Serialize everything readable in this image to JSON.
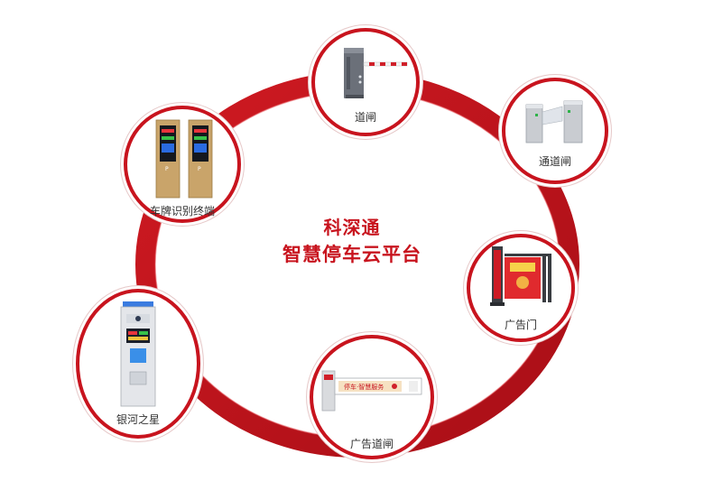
{
  "center": {
    "line1": "科深通",
    "line2": "智慧停车云平台"
  },
  "nodes": [
    {
      "id": "barrier-gate",
      "label": "道闸",
      "icon": "barrier-gate-icon"
    },
    {
      "id": "turnstile",
      "label": "通道闸",
      "icon": "turnstile-icon"
    },
    {
      "id": "ad-door",
      "label": "广告门",
      "icon": "ad-door-icon"
    },
    {
      "id": "ad-barrier",
      "label": "广告道闸",
      "icon": "ad-barrier-gate-icon"
    },
    {
      "id": "galaxy-star",
      "label": "银河之星",
      "icon": "galaxy-star-terminal-icon"
    },
    {
      "id": "plate-terminal",
      "label": "车牌识别终端",
      "icon": "plate-recognition-terminal-icon"
    }
  ],
  "colors": {
    "ring": "#c8141e",
    "ring_dark": "#9e0c14",
    "title": "#c8141e"
  },
  "ad_banner_text": "停车·智慧服务"
}
